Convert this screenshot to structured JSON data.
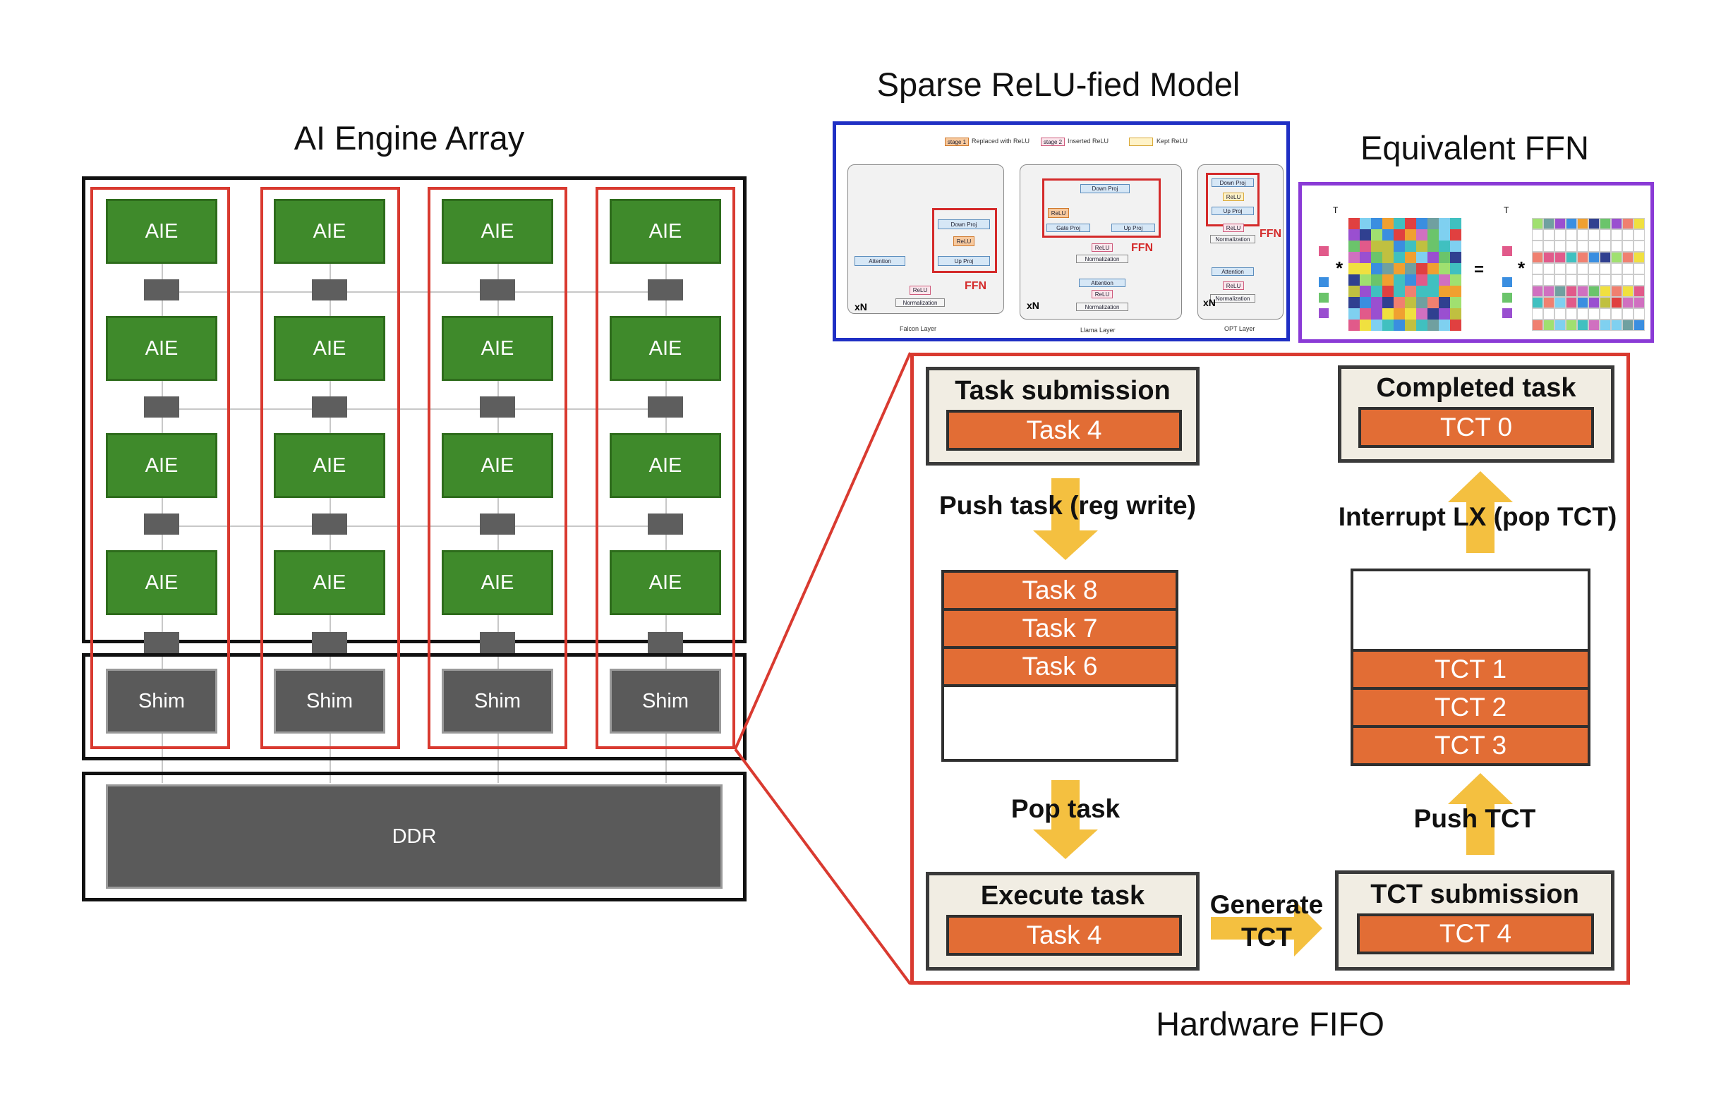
{
  "left": {
    "title": "AI Engine Array",
    "aie_label": "AIE",
    "shim_label": "Shim",
    "ddr_label": "DDR",
    "colors": {
      "aie": "#3f8a2b",
      "switch": "#5e5e5e",
      "highlight": "#d93a30"
    }
  },
  "model": {
    "title": "Sparse ReLU-fied Model",
    "legend": {
      "stage1": "stage 1",
      "stage1_text": "Replaced with ReLU",
      "stage2": "stage 2",
      "stage2_text": "Inserted ReLU",
      "kept": "Kept ReLU"
    },
    "falcon": {
      "down_proj": "Down Proj",
      "relu": "ReLU",
      "up_proj": "Up Proj",
      "attention": "Attention",
      "relu2": "ReLU",
      "normalization": "Normalization",
      "xn": "xN",
      "ffn": "FFN",
      "caption": "Falcon Layer"
    },
    "llama": {
      "down_proj": "Down Proj",
      "relu": "ReLU",
      "gate_proj": "Gate Proj",
      "up_proj": "Up Proj",
      "relu_mid": "ReLU",
      "normalization": "Normalization",
      "attention": "Attention",
      "relu2": "ReLU",
      "normalization2": "Normalization",
      "xn": "xN",
      "ffn": "FFN",
      "caption": "Llama Layer"
    },
    "opt": {
      "down_proj": "Down Proj",
      "relu": "ReLU",
      "up_proj": "Up Proj",
      "relu_mid": "ReLU",
      "normalization": "Normalization",
      "attention": "Attention",
      "relu2": "ReLU",
      "normalization2": "Normalization",
      "xn": "xN",
      "ffn": "FFN",
      "caption": "OPT Layer"
    },
    "border_color": "#1f2fc4"
  },
  "ffn_panel": {
    "title": "Equivalent FFN",
    "transpose_mark": "T",
    "times": "*",
    "equals": "=",
    "border_color": "#8a3ad6"
  },
  "fifo": {
    "caption": "Hardware FIFO",
    "task_submission": {
      "title": "Task submission",
      "item": "Task 4"
    },
    "completed_task": {
      "title": "Completed task",
      "item": "TCT 0"
    },
    "push_task_label": "Push task (reg write)",
    "interrupt_label": "Interrupt LX (pop TCT)",
    "task_queue": [
      "Task 8",
      "Task 7",
      "Task 6"
    ],
    "tct_queue": [
      "TCT 1",
      "TCT 2",
      "TCT 3"
    ],
    "pop_task_label": "Pop task",
    "push_tct_label": "Push TCT",
    "execute_task": {
      "title": "Execute task",
      "item": "Task 4"
    },
    "generate_tct_label": [
      "Generate",
      "TCT"
    ],
    "tct_submission": {
      "title": "TCT submission",
      "item": "TCT 4"
    },
    "colors": {
      "bar": "#e26d35",
      "panel": "#f1ede3",
      "arrow": "#f4c040",
      "border": "#d93a30"
    }
  }
}
